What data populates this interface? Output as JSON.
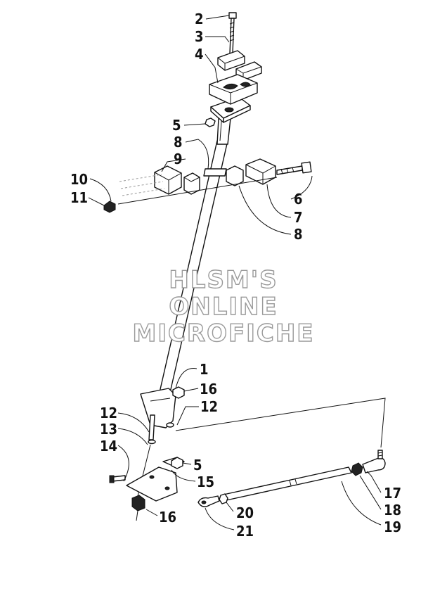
{
  "watermark": {
    "line1": "HLSM'S",
    "line2": "ONLINE",
    "line3": "MICROFICHE"
  },
  "callouts": {
    "c1": "1",
    "c2": "2",
    "c3": "3",
    "c4": "4",
    "c5a": "5",
    "c5b": "5",
    "c6": "6",
    "c7": "7",
    "c8a": "8",
    "c8b": "8",
    "c9": "9",
    "c10": "10",
    "c11": "11",
    "c12a": "12",
    "c12b": "12",
    "c13": "13",
    "c14": "14",
    "c15": "15",
    "c16a": "16",
    "c16b": "16",
    "c17": "17",
    "c18": "18",
    "c19": "19",
    "c20": "20",
    "c21": "21"
  }
}
